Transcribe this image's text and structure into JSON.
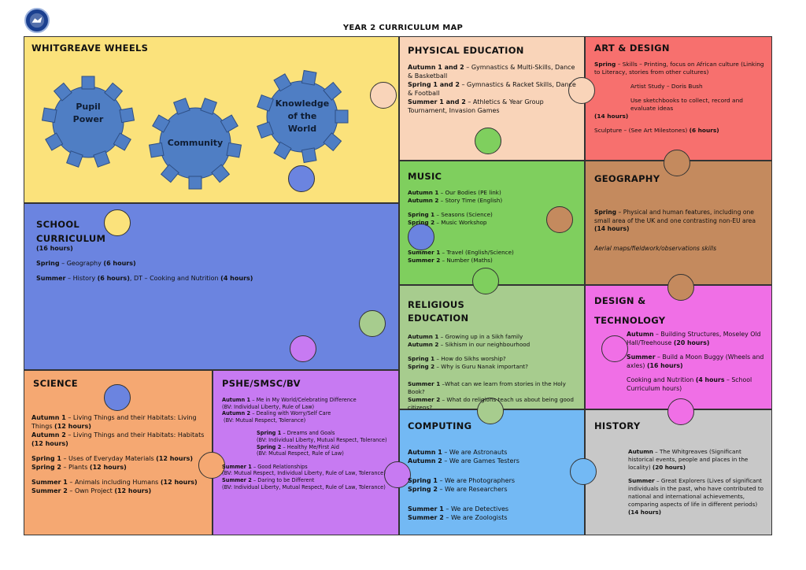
{
  "header": {
    "title": "YEAR 2 CURRICULUM MAP"
  },
  "colors": {
    "whitgreave": "#fbe27b",
    "pe": "#f9d4b9",
    "art": "#f7706e",
    "school": "#6b84e0",
    "music": "#7fcf5e",
    "geography": "#c48a5e",
    "re": "#a7cc8e",
    "dt": "#f06fe6",
    "science": "#f5a872",
    "pshe": "#c77af2",
    "computing": "#73b9f4",
    "history": "#c8c8c8",
    "gear": "#4f7ec4"
  },
  "whitgreave": {
    "title": "WHITGREAVE WHEELS",
    "gears": [
      "Pupil Power",
      "Community",
      "Knowledge of the World"
    ]
  },
  "pe": {
    "title": "PHYSICAL EDUCATION",
    "lines": [
      {
        "term": "Autumn 1 and 2",
        "text": " – Gymnastics & Multi-Skills, Dance & Basketball"
      },
      {
        "term": "Spring 1 and 2",
        "text": " – Gymnastics & Racket Skills, Dance & Football"
      },
      {
        "term": "Summer 1 and 2",
        "text": " – Athletics & Year Group Tournament, Invasion Games"
      }
    ]
  },
  "art": {
    "title": "ART & DESIGN",
    "spring_term": "Spring",
    "spring_text": " – Skills – Printing, focus on African culture (Linking to Literacy, stories from other cultures)",
    "artist": "Artist Study – Doris Bush",
    "sketch": "Use sketchbooks to collect, record and evaluate ideas",
    "hours": "(14 hours)",
    "sculpture": "Sculpture – (See Art Milestones) ",
    "sculpture_hours": "(6 hours)"
  },
  "music": {
    "title": "MUSIC",
    "lines": [
      {
        "term": "Autumn 1",
        "text": " – Our Bodies (PE link)"
      },
      {
        "term": "Autumn 2",
        "text": " – Story Time (English)"
      },
      {
        "term": "Spring 1",
        "text": " – Seasons (Science)"
      },
      {
        "term": "Spring 2",
        "text": " – Music Workshop"
      },
      {
        "term": "Summer 1",
        "text": " – Travel (English/Science)"
      },
      {
        "term": "Summer 2",
        "text": " – Number (Maths)"
      }
    ]
  },
  "geography": {
    "title": "GEOGRAPHY",
    "spring_term": "Spring",
    "spring_text": " – Physical and human features, including one small area of the UK and one contrasting non-EU area ",
    "hours": "(14 hours)",
    "skills": "Aerial maps/fieldwork/observations skills"
  },
  "school": {
    "title": "SCHOOL CURRICULUM",
    "hours": "(16 hours)",
    "spring_term": "Spring",
    "spring_text": " – Geography ",
    "spring_hours": "(6 hours)",
    "summer_term": "Summer",
    "summer_text": " – History ",
    "summer_hours": "(6 hours)",
    "summer_text2": ", DT – Cooking and Nutrition ",
    "summer_hours2": "(4 hours)"
  },
  "re": {
    "title": "RELIGIOUS EDUCATION",
    "lines": [
      {
        "term": "Autumn 1",
        "text": " – Growing up in a Sikh family"
      },
      {
        "term": "Autumn 2",
        "text": " – Sikhism in our neighbourhood"
      },
      {
        "term": "Spring 1",
        "text": " – How do Sikhs worship?"
      },
      {
        "term": "Spring 2",
        "text": " – Why is Guru Nanak important?"
      },
      {
        "term": "Summer 1",
        "text": " –What can we learn from stories in the Holy Book?"
      },
      {
        "term": "Summer 2",
        "text": " – What do religions teach us about being good citizens?"
      }
    ]
  },
  "dt": {
    "title": "DESIGN & TECHNOLOGY",
    "autumn_term": "Autumn",
    "autumn_text": " – Building Structures, Moseley Old Hall/Treehouse ",
    "autumn_hours": "(20 hours)",
    "summer_term": "Summer",
    "summer_text": " – Build a Moon Buggy (Wheels and axles) ",
    "summer_hours": "(16 hours)",
    "cooking": "Cooking and Nutrition ",
    "cooking_hours": "(4 hours",
    "cooking_tail": " – School Curriculum hours)"
  },
  "science": {
    "title": "SCIENCE",
    "lines": [
      {
        "term": "Autumn 1",
        "text": " – Living Things and their Habitats: Living Things ",
        "hours": "(12 hours)"
      },
      {
        "term": "Autumn 2",
        "text": " – Living Things and their Habitats: Habitats ",
        "hours": "(12 hours)"
      },
      {
        "term": "Spring 1",
        "text": " – Uses of Everyday Materials ",
        "hours": "(12 hours)"
      },
      {
        "term": "Spring 2",
        "text": " – Plants ",
        "hours": "(12 hours)"
      },
      {
        "term": "Summer 1",
        "text": " – Animals including Humans ",
        "hours": "(12 hours)"
      },
      {
        "term": "Summer 2",
        "text": " – Own Project ",
        "hours": "(12 hours)"
      }
    ]
  },
  "pshe": {
    "title": "PSHE/SMSC/BV",
    "autumn1": "Autumn 1",
    "autumn1_text": " – Me in My World/Celebrating Difference",
    "autumn1_bv": "(BV: Individual Liberty, Rule of Law)",
    "autumn2": "Autumn 2",
    "autumn2_text": " – Dealing with Worry/Self Care",
    "autumn2_bv": "(BV: Mutual Respect, Tolerance)",
    "spring1": "Spring 1",
    "spring1_text": " – Dreams and Goals",
    "spring1_bv": "(BV: Individual Liberty, Mutual Respect, Tolerance)",
    "spring2": "Spring 2",
    "spring2_text": " – Healthy Me/First Aid",
    "spring2_bv": "(BV: Mutual Respect, Rule of Law)",
    "summer1": "Summer 1",
    "summer1_text": " – Good Relationships",
    "summer1_bv": "(BV: Mutual Respect, Individual Liberty, Rule of Law, Tolerance)",
    "summer2": "Summer 2",
    "summer2_text": " – Daring to be Different",
    "summer2_bv": "(BV: Individual Liberty, Mutual Respect, Rule of Law, Tolerance)"
  },
  "computing": {
    "title": "COMPUTING",
    "lines": [
      {
        "term": "Autumn 1",
        "text": " – We are Astronauts"
      },
      {
        "term": "Autumn 2",
        "text": " – We are Games Testers"
      },
      {
        "term": "Spring 1",
        "text": " – We are Photographers"
      },
      {
        "term": "Spring 2",
        "text": " – We are Researchers"
      },
      {
        "term": "Summer 1",
        "text": " – We are Detectives"
      },
      {
        "term": "Summer 2",
        "text": " – We are Zoologists"
      }
    ]
  },
  "history": {
    "title": "HISTORY",
    "autumn_term": "Autumn",
    "autumn_text": " – The Whitgreaves (Significant historical events, people and places in the locality) ",
    "autumn_hours": "(20 hours)",
    "summer_term": "Summer",
    "summer_text": " – Great Explorers (Lives of significant individuals in the past, who have contributed to national and international achievements, comparing aspects of life in different periods) ",
    "summer_hours": "(14 hours)"
  }
}
